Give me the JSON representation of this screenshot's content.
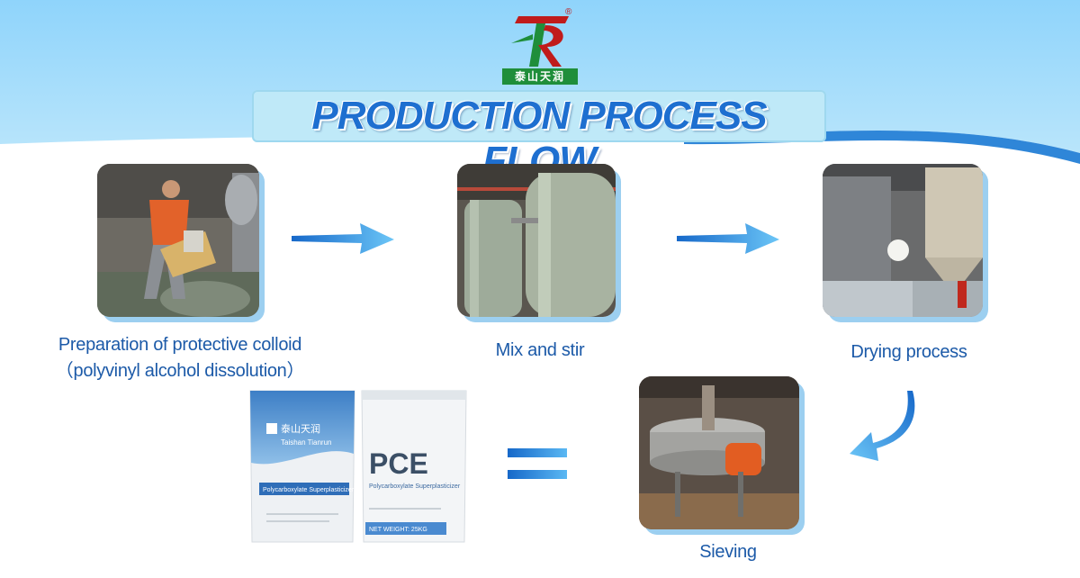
{
  "header": {
    "logo_text": "泰山天润",
    "title": "PRODUCTION PROCESS FLOW"
  },
  "steps": [
    {
      "label": "Preparation of protective colloid",
      "sublabel": "（polyvinyl alcohol dissolution）"
    },
    {
      "label": "Mix and stir"
    },
    {
      "label": "Drying process"
    },
    {
      "label": "Sieving"
    }
  ],
  "product": {
    "bag1_brand_cn": "泰山天润",
    "bag1_brand_en": "Taishan Tianrun",
    "bag1_product": "Polycarboxylate Superplasticizer",
    "bag2_big": "PCE",
    "bag2_product": "Polycarboxylate Superplasticizer",
    "bag2_weight": "NET WEIGHT: 25KG"
  },
  "colors": {
    "accent_blue": "#1e6fd0",
    "caption_blue": "#1c5aa8",
    "arrow_blue": "#3aa0ee",
    "logo_green": "#1f8e3a",
    "logo_red": "#c01b1b"
  }
}
